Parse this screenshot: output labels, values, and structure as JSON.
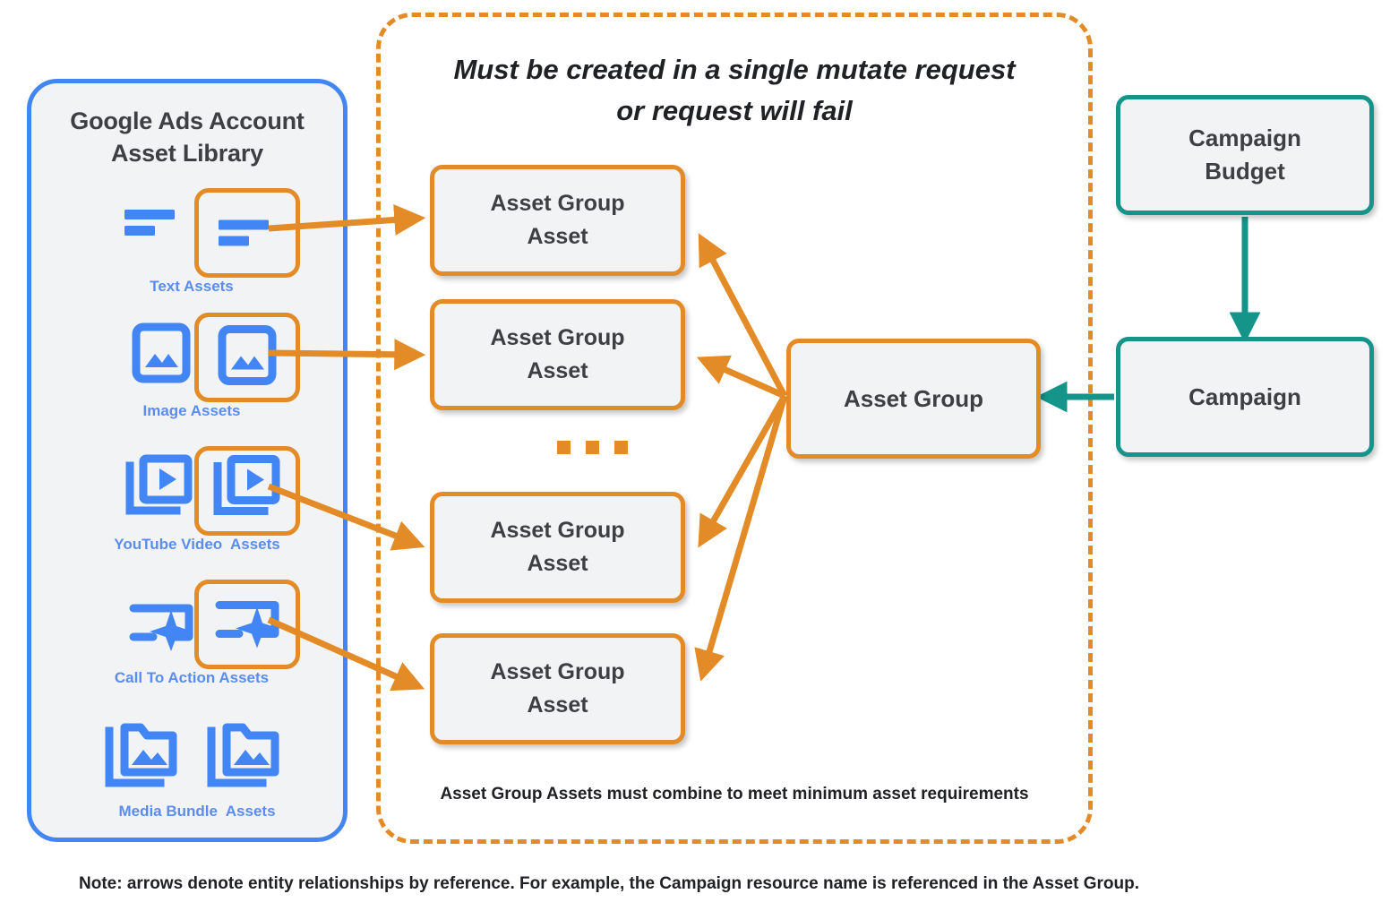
{
  "library": {
    "title_line1": "Google Ads Account",
    "title_line2": "Asset Library",
    "assets": [
      {
        "caption": "Text Assets",
        "icon": "text-asset-icon"
      },
      {
        "caption": "Image Assets",
        "icon": "image-asset-icon"
      },
      {
        "caption": "YouTube Video  Assets",
        "icon": "youtube-video-asset-icon"
      },
      {
        "caption": "Call To Action Assets",
        "icon": "call-to-action-asset-icon"
      },
      {
        "caption": "Media Bundle  Assets",
        "icon": "media-bundle-asset-icon"
      }
    ]
  },
  "mutate_region": {
    "heading_line1": "Must be created in a single mutate request",
    "heading_line2": "or request will fail",
    "footnote": "Asset Group Assets must combine to meet minimum asset requirements",
    "asset_group_assets": [
      {
        "line1": "Asset Group",
        "line2": "Asset"
      },
      {
        "line1": "Asset Group",
        "line2": "Asset"
      },
      {
        "line1": "Asset Group",
        "line2": "Asset"
      },
      {
        "line1": "Asset Group",
        "line2": "Asset"
      }
    ],
    "ellipsis": "..."
  },
  "nodes": {
    "asset_group": "Asset Group",
    "campaign_budget_line1": "Campaign",
    "campaign_budget_line2": "Budget",
    "campaign": "Campaign"
  },
  "page_note": "Note: arrows denote entity relationships by reference. For example, the Campaign resource name is referenced in the Asset Group.",
  "colors": {
    "orange": "#E28B27",
    "blue": "#4285F4",
    "caption_blue": "#5B8DEF",
    "teal": "#15958A",
    "node_fill": "#F1F3F4",
    "text_dark": "#3C4043"
  }
}
